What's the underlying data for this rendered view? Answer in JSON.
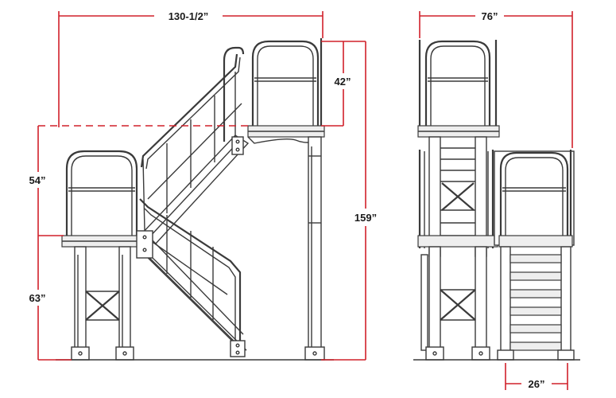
{
  "dimensions": {
    "side_width": "130-1/2”",
    "guardrail_height": "42”",
    "intermediate_rise": "54”",
    "overall_height": "159”",
    "lower_landing_height": "63”",
    "front_width": "76”",
    "stair_width": "26”"
  },
  "colors": {
    "dimension_lines": "#d0202a",
    "linework": "#3a3a3a",
    "labels": "#1a1a1a"
  }
}
